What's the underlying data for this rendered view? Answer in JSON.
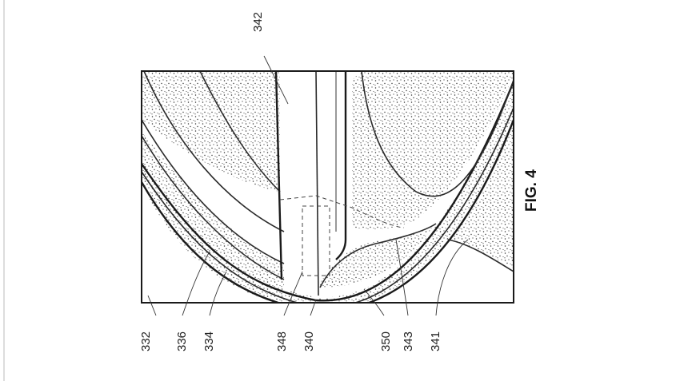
{
  "figure": {
    "title": "FIG. 4",
    "labels": {
      "n342": "342",
      "n332": "332",
      "n336": "336",
      "n334": "334",
      "n348": "348",
      "n340": "340",
      "n350": "350",
      "n343": "343",
      "n341": "341"
    }
  }
}
